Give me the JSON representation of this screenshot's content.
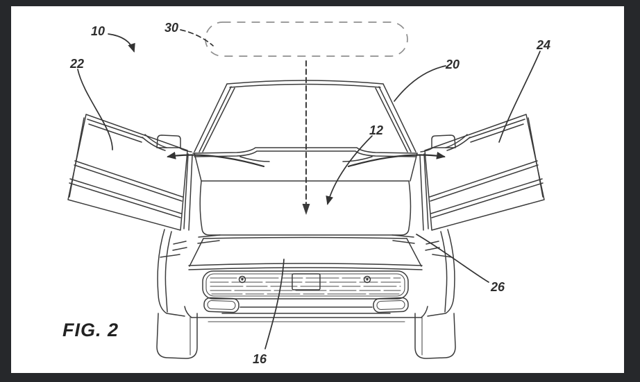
{
  "window": {
    "frame_color": "#26282b",
    "canvas_color": "#ffffff"
  },
  "figure": {
    "caption": "FIG. 2",
    "type": "patent-line-drawing",
    "subject": "Front view of a pickup truck with both front doors swung open outward; a roof-mounted light bar is shown in dashed phantom outline above the cab with a dashed vertical centerline arrow through the hood"
  },
  "refs": {
    "r10": {
      "text": "10",
      "target": "vehicle overall"
    },
    "r12": {
      "text": "12",
      "target": "hood / front body"
    },
    "r16": {
      "text": "16",
      "target": "front grille"
    },
    "r20": {
      "text": "20",
      "target": "windshield A-pillar"
    },
    "r22": {
      "text": "22",
      "target": "left open door panel"
    },
    "r24": {
      "text": "24",
      "target": "right open door panel"
    },
    "r26": {
      "text": "26",
      "target": "right front fender"
    },
    "r30": {
      "text": "30",
      "target": "phantom roof light bar"
    }
  },
  "colors": {
    "ink": "#3b3b3b",
    "phantom_dash": "#8e8e8e",
    "label_text": "#2d2d2d"
  }
}
